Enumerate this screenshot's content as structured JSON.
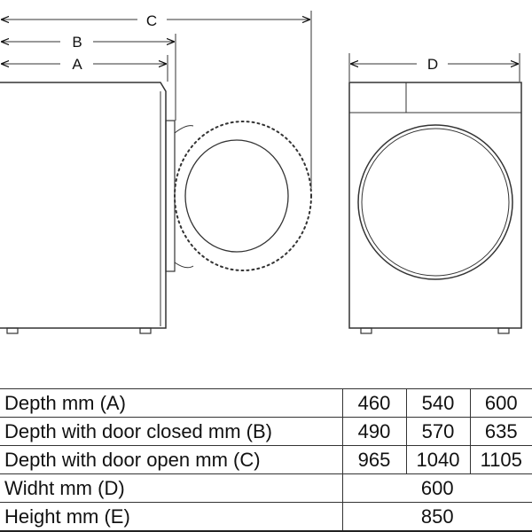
{
  "dimension_labels": {
    "a": "A",
    "b": "B",
    "c": "C",
    "d": "D"
  },
  "table": {
    "rows": [
      {
        "label": "Depth mm (A)",
        "values": [
          "460",
          "540",
          "600"
        ]
      },
      {
        "label": "Depth with door closed mm (B)",
        "values": [
          "490",
          "570",
          "635"
        ]
      },
      {
        "label": "Depth with door open mm (C)",
        "values": [
          "965",
          "1040",
          "1105"
        ]
      },
      {
        "label": "Widht mm (D)",
        "values": [
          "600"
        ]
      },
      {
        "label": "Height mm (E)",
        "values": [
          "850"
        ]
      }
    ]
  }
}
